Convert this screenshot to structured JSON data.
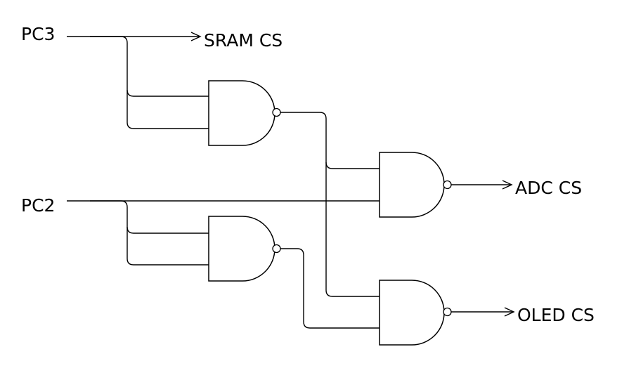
{
  "diagram": {
    "inputs": {
      "pc3": "PC3",
      "pc2": "PC2"
    },
    "outputs": {
      "sram": "SRAM CS",
      "adc": "ADC CS",
      "oled": "OLED CS"
    },
    "gates": [
      {
        "id": "nand1",
        "type": "NAND",
        "inputs": [
          "PC3",
          "PC3"
        ]
      },
      {
        "id": "nand2",
        "type": "NAND",
        "inputs": [
          "PC2",
          "PC2"
        ]
      },
      {
        "id": "nand3",
        "type": "NAND",
        "inputs": [
          "nand1",
          "PC2"
        ],
        "output": "ADC CS"
      },
      {
        "id": "nand4",
        "type": "NAND",
        "inputs": [
          "nand1",
          "nand2"
        ],
        "output": "OLED CS"
      }
    ],
    "direct": [
      {
        "from": "PC3",
        "to": "SRAM CS"
      }
    ]
  }
}
